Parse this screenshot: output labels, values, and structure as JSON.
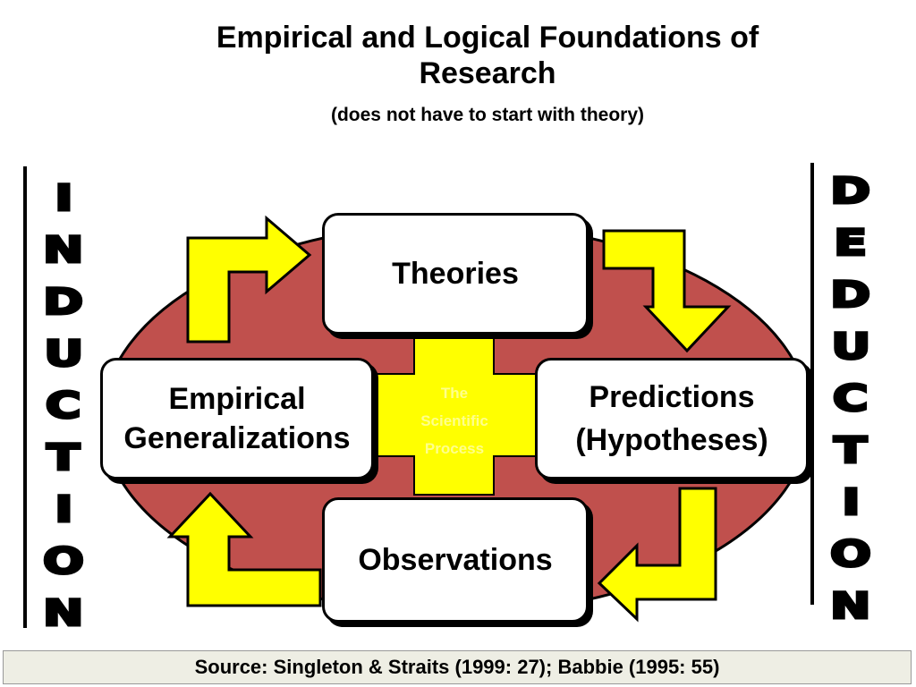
{
  "title_line1": "Empirical and Logical Foundations of",
  "title_line2": "Research",
  "subtitle": "(does not have to start with theory)",
  "boxes": {
    "theories": "Theories",
    "empirical_line1": "Empirical",
    "empirical_line2": "Generalizations",
    "predictions_line1": "Predictions",
    "predictions_line2": "(Hypotheses)",
    "observations": "Observations"
  },
  "center": {
    "line1": "The",
    "line2": "Scientific",
    "line3": "Process"
  },
  "induction_letters": [
    "I",
    "N",
    "D",
    "U",
    "C",
    "T",
    "I",
    "O",
    "N"
  ],
  "deduction_letters": [
    "D",
    "E",
    "D",
    "U",
    "C",
    "T",
    "I",
    "O",
    "N"
  ],
  "source": "Source: Singleton & Straits (1999: 27); Babbie (1995: 55)",
  "colors": {
    "ellipse": "#c0504d",
    "arrow": "#ffff00",
    "cross": "#ffff00"
  }
}
